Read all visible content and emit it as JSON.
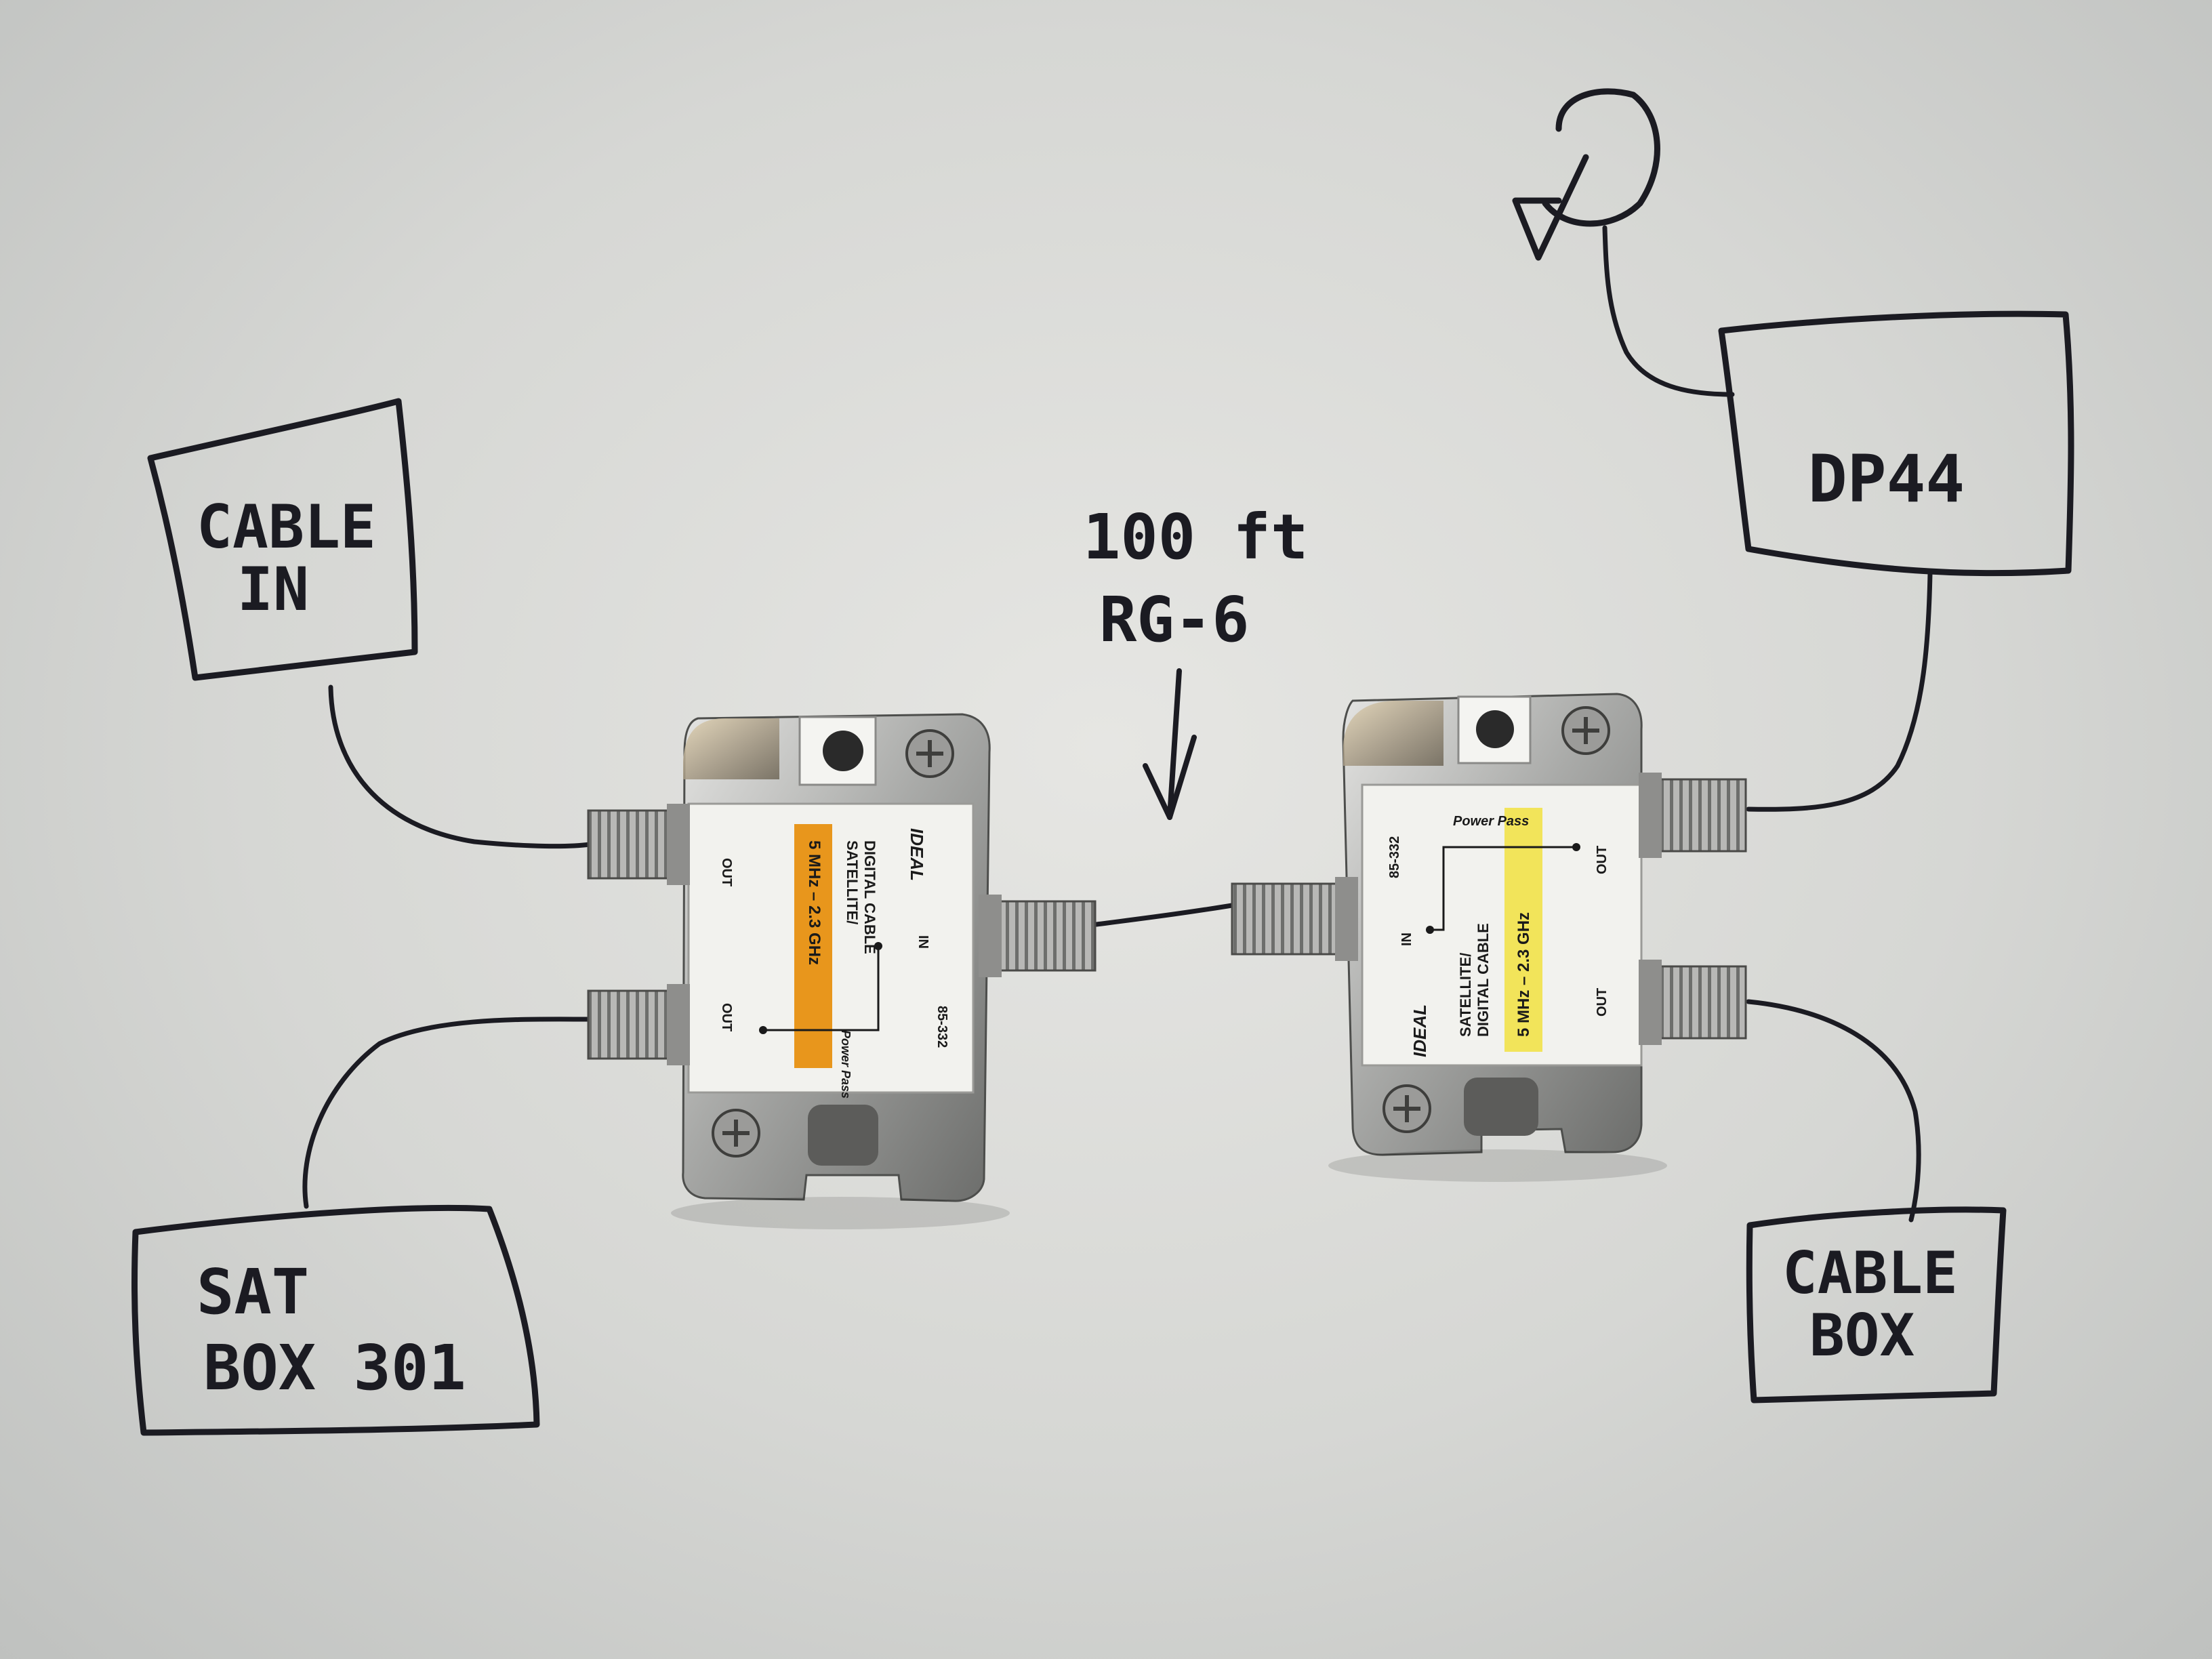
{
  "sketch": {
    "cable_in": [
      "CABLE",
      "IN"
    ],
    "sat_box": [
      "SAT",
      "BOX 301"
    ],
    "cable_box": [
      "CABLE",
      "BOX"
    ],
    "dp44": "DP44",
    "cable_run": [
      "100 ft",
      "RG-6"
    ]
  },
  "splitters": {
    "left": {
      "brand": "IDEAL",
      "type_line1": "SATELLITE/",
      "type_line2": "DIGITAL CABLE",
      "freq": "5 MHz – 2.3 GHz",
      "model": "85-332",
      "power_pass": "Power Pass",
      "port_in": "IN",
      "port_out_1": "OUT",
      "port_out_2": "OUT",
      "band_color": "#e8961c"
    },
    "right": {
      "brand": "IDEAL",
      "type_line1": "SATELLITE/",
      "type_line2": "DIGITAL CABLE",
      "freq": "5 MHz – 2.3 GHz",
      "model": "85-332",
      "power_pass": "Power Pass",
      "port_in": "IN",
      "port_out_1": "OUT",
      "port_out_2": "OUT",
      "band_color": "#f2e45a"
    }
  }
}
